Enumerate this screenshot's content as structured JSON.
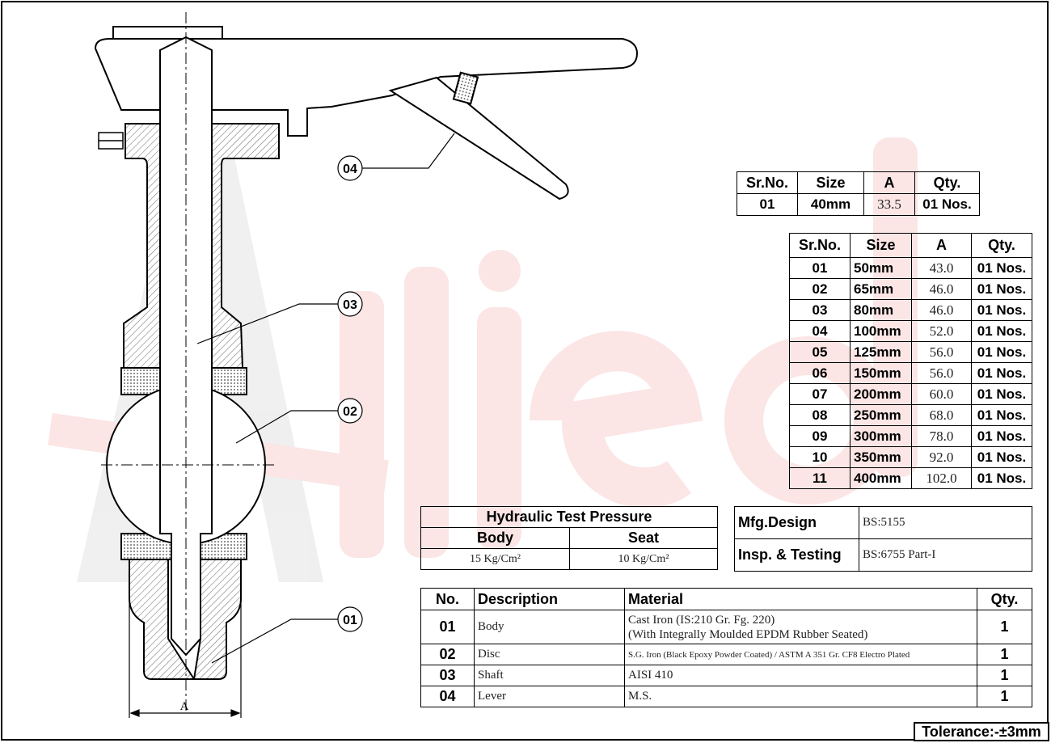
{
  "balloons": [
    "04",
    "03",
    "02",
    "01"
  ],
  "dimension_label": "A",
  "small_table": {
    "headers": [
      "Sr.No.",
      "Size",
      "A",
      "Qty."
    ],
    "rows": [
      [
        "01",
        "40mm",
        "33.5",
        "01 Nos."
      ]
    ]
  },
  "size_table": {
    "headers": [
      "Sr.No.",
      "Size",
      "A",
      "Qty."
    ],
    "rows": [
      [
        "01",
        "50mm",
        "43.0",
        "01 Nos."
      ],
      [
        "02",
        "65mm",
        "46.0",
        "01 Nos."
      ],
      [
        "03",
        "80mm",
        "46.0",
        "01 Nos."
      ],
      [
        "04",
        "100mm",
        "52.0",
        "01 Nos."
      ],
      [
        "05",
        "125mm",
        "56.0",
        "01 Nos."
      ],
      [
        "06",
        "150mm",
        "56.0",
        "01 Nos."
      ],
      [
        "07",
        "200mm",
        "60.0",
        "01 Nos."
      ],
      [
        "08",
        "250mm",
        "68.0",
        "01 Nos."
      ],
      [
        "09",
        "300mm",
        "78.0",
        "01 Nos."
      ],
      [
        "10",
        "350mm",
        "92.0",
        "01 Nos."
      ],
      [
        "11",
        "400mm",
        "102.0",
        "01 Nos."
      ]
    ]
  },
  "pressure_table": {
    "title": "Hydraulic Test Pressure",
    "headers": [
      "Body",
      "Seat"
    ],
    "values": [
      "15 Kg/Cm²",
      "10 Kg/Cm²"
    ]
  },
  "standards_table": {
    "rows": [
      [
        "Mfg.Design",
        "BS:5155"
      ],
      [
        "Insp. & Testing",
        "BS:6755 Part-I"
      ]
    ]
  },
  "parts_table": {
    "headers": [
      "No.",
      "Description",
      "Material",
      "Qty."
    ],
    "rows": [
      {
        "no": "01",
        "desc": "Body",
        "material": "Cast Iron (IS:210 Gr. Fg. 220)",
        "material2": "(With Integrally Moulded EPDM Rubber Seated)",
        "qty": "1"
      },
      {
        "no": "02",
        "desc": "Disc",
        "material": "S.G. Iron (Black Epoxy Powder Coated) / ASTM A 351 Gr. CF8 Electro Plated",
        "qty": "1"
      },
      {
        "no": "03",
        "desc": "Shaft",
        "material": "AISI 410",
        "qty": "1"
      },
      {
        "no": "04",
        "desc": "Lever",
        "material": "M.S.",
        "qty": "1"
      }
    ]
  },
  "tolerance": "Tolerance:-±3mm",
  "colors": {
    "watermark_red": "#f7c9c9",
    "watermark_gray": "#e6e6e6",
    "hatch": "#555555"
  }
}
